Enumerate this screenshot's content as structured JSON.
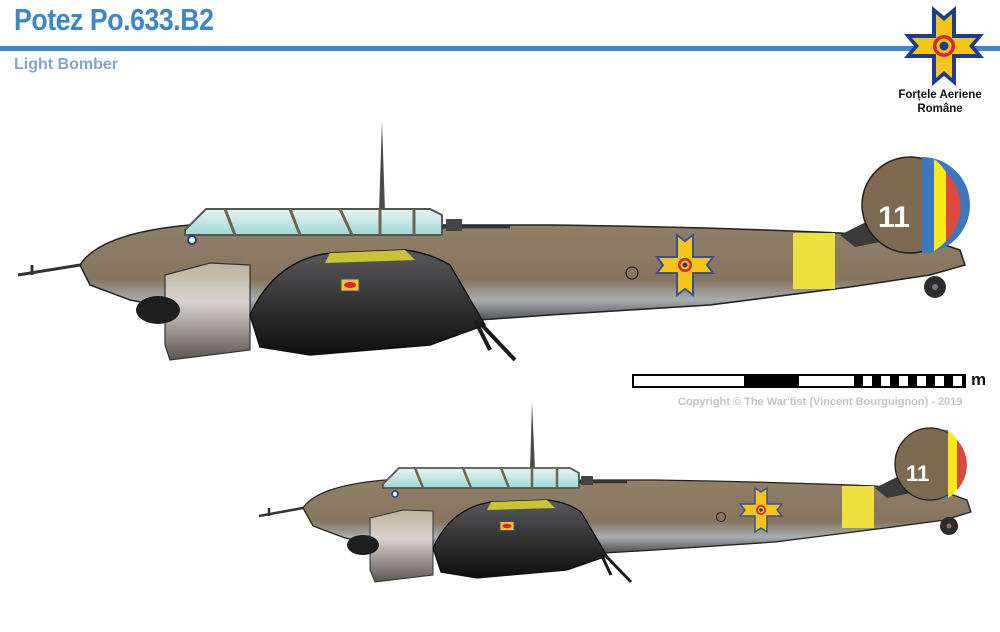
{
  "header": {
    "title": "Potez Po.633.B2",
    "subtitle": "Light Bomber",
    "title_color": "#3f86c9",
    "subtitle_color": "#7fa6d3"
  },
  "emblem": {
    "icon": "romanian-cross-roundel-icon",
    "caption_line1": "Forțele Aeriene",
    "caption_line2": "Române",
    "colors": {
      "blue": "#1b3d8f",
      "yellow": "#f5c518",
      "red": "#d8262e"
    }
  },
  "profiles": [
    {
      "name": "large-profile",
      "tail_number": "11",
      "camouflage": {
        "upper": "#8a7a62",
        "lower": "#b9bcc0",
        "band": "#f2e63a"
      },
      "rudder_stripes": [
        "#3c78c0",
        "#f8e81c",
        "#d94a3f"
      ]
    },
    {
      "name": "small-profile",
      "tail_number": "11",
      "camouflage": {
        "upper": "#8a7a62",
        "lower": "#b9bcc0",
        "band": "#f2e63a"
      },
      "rudder_stripes": [
        "#3c78c0",
        "#f8e81c",
        "#d94a3f"
      ]
    }
  ],
  "scale_bar": {
    "unit": "m",
    "segments": [
      "white",
      "black",
      "white",
      "checker"
    ]
  },
  "copyright": "Copyright © The War'tist (Vincent Bourguignon) - 2019"
}
